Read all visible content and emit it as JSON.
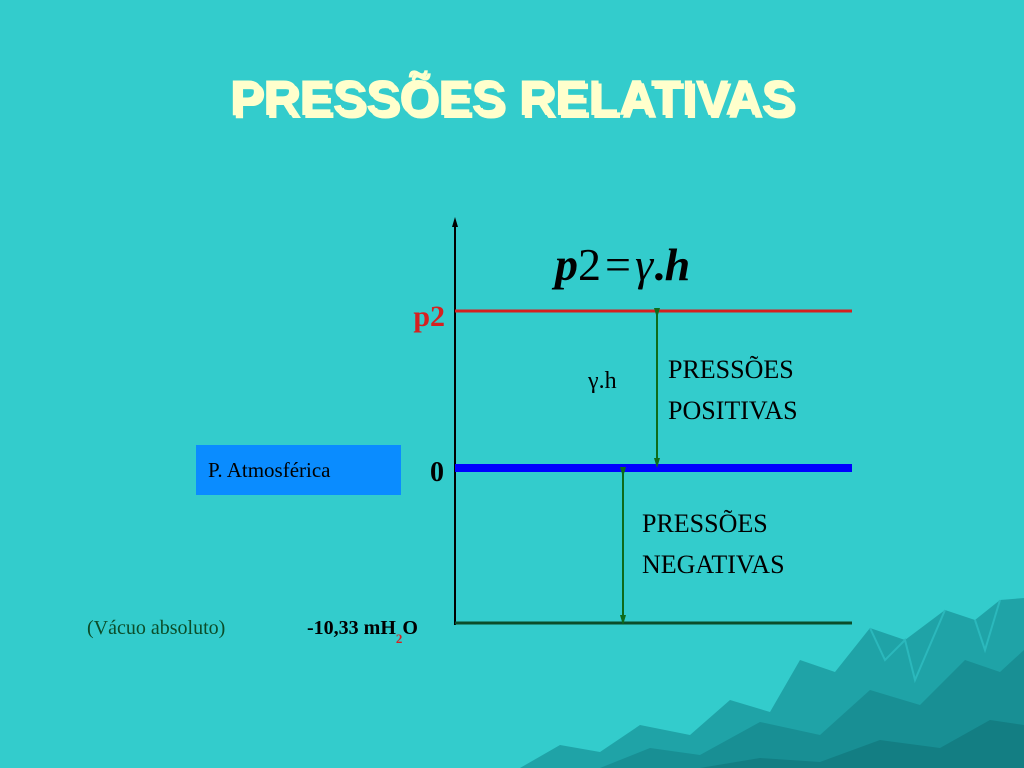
{
  "slide": {
    "title": "PRESSÕES RELATIVAS",
    "formula": {
      "p": "p",
      "two": "2",
      "eq": "=",
      "gamma": "γ",
      "dot": ".",
      "h": "h"
    },
    "levels": {
      "p2_label": "p2",
      "zero_label": "0",
      "vacuum_base": "-10,33 mH",
      "vacuum_sub": "2",
      "vacuum_tail": "O"
    },
    "gamma_h": "γ.h",
    "positive": {
      "line1": "PRESSÕES",
      "line2": "POSITIVAS"
    },
    "negative": {
      "line1": "PRESSÕES",
      "line2": "NEGATIVAS"
    },
    "atm_box": "P. Atmosférica",
    "vacuum_label": "(Vácuo absoluto)",
    "colors": {
      "background": "#33CCCC",
      "title": "#FFFFCC",
      "p2_line": "#D62020",
      "zero_line": "#0000FF",
      "vacuum_line": "#0B4D2A",
      "arrows": "#0E6B1A",
      "atm_box": "#0A8CFF",
      "mountains": "#1FA3A7"
    }
  }
}
